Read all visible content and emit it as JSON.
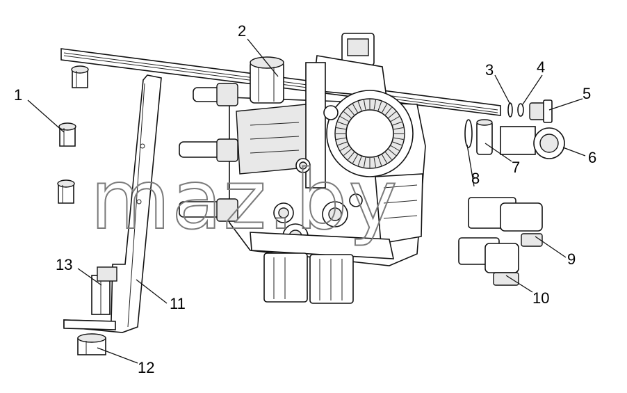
{
  "watermark": {
    "text": "maz.by"
  },
  "callouts": [
    {
      "id": "1",
      "label": "1"
    },
    {
      "id": "2",
      "label": "2"
    },
    {
      "id": "3",
      "label": "3"
    },
    {
      "id": "4",
      "label": "4"
    },
    {
      "id": "5",
      "label": "5"
    },
    {
      "id": "6",
      "label": "6"
    },
    {
      "id": "7",
      "label": "7"
    },
    {
      "id": "8",
      "label": "8"
    },
    {
      "id": "9",
      "label": "9"
    },
    {
      "id": "10",
      "label": "10"
    },
    {
      "id": "11",
      "label": "11"
    },
    {
      "id": "12",
      "label": "12"
    },
    {
      "id": "13",
      "label": "13"
    }
  ],
  "colors": {
    "line": "#111111",
    "background": "#ffffff",
    "watermark": "#7a7a7a"
  }
}
